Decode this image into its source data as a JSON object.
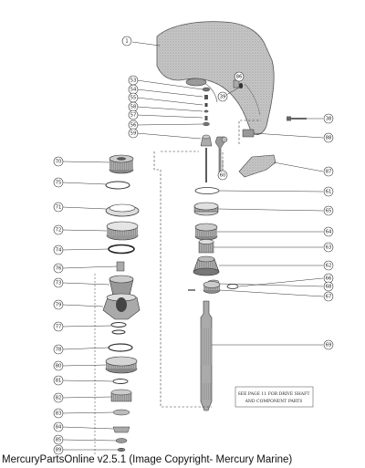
{
  "note": {
    "line1": "SEE PAGE 11 FOR DRIVE SHAFT",
    "line2": "AND COMPONENT PARTS"
  },
  "footer": {
    "text": "MercuryPartsOnline v2.5.1 (Image Copyright- Mercury Marine)"
  },
  "callouts": [
    {
      "id": "c-1",
      "label": "1"
    },
    {
      "id": "c-53",
      "label": "53"
    },
    {
      "id": "c-54",
      "label": "54"
    },
    {
      "id": "c-55",
      "label": "55"
    },
    {
      "id": "c-58",
      "label": "58"
    },
    {
      "id": "c-57",
      "label": "57"
    },
    {
      "id": "c-56",
      "label": "56"
    },
    {
      "id": "c-59",
      "label": "59"
    },
    {
      "id": "c-38",
      "label": "38"
    },
    {
      "id": "c-39",
      "label": "39"
    },
    {
      "id": "c-60",
      "label": "60"
    },
    {
      "id": "c-86",
      "label": "86"
    },
    {
      "id": "c-88",
      "label": "88"
    },
    {
      "id": "c-87",
      "label": "87"
    },
    {
      "id": "c-61",
      "label": "61"
    },
    {
      "id": "c-65",
      "label": "65"
    },
    {
      "id": "c-64",
      "label": "64"
    },
    {
      "id": "c-63",
      "label": "63"
    },
    {
      "id": "c-62",
      "label": "62"
    },
    {
      "id": "c-66",
      "label": "66"
    },
    {
      "id": "c-68",
      "label": "68"
    },
    {
      "id": "c-67",
      "label": "67"
    },
    {
      "id": "c-69",
      "label": "69"
    },
    {
      "id": "c-70",
      "label": "70"
    },
    {
      "id": "c-75",
      "label": "75"
    },
    {
      "id": "c-71",
      "label": "71"
    },
    {
      "id": "c-72",
      "label": "72"
    },
    {
      "id": "c-74",
      "label": "74"
    },
    {
      "id": "c-76",
      "label": "76"
    },
    {
      "id": "c-73",
      "label": "73"
    },
    {
      "id": "c-79",
      "label": "79"
    },
    {
      "id": "c-77",
      "label": "77"
    },
    {
      "id": "c-78",
      "label": "78"
    },
    {
      "id": "c-80",
      "label": "80"
    },
    {
      "id": "c-81",
      "label": "81"
    },
    {
      "id": "c-82",
      "label": "82"
    },
    {
      "id": "c-83",
      "label": "83"
    },
    {
      "id": "c-84",
      "label": "84"
    },
    {
      "id": "c-85",
      "label": "85"
    },
    {
      "id": "c-89",
      "label": "89"
    }
  ]
}
